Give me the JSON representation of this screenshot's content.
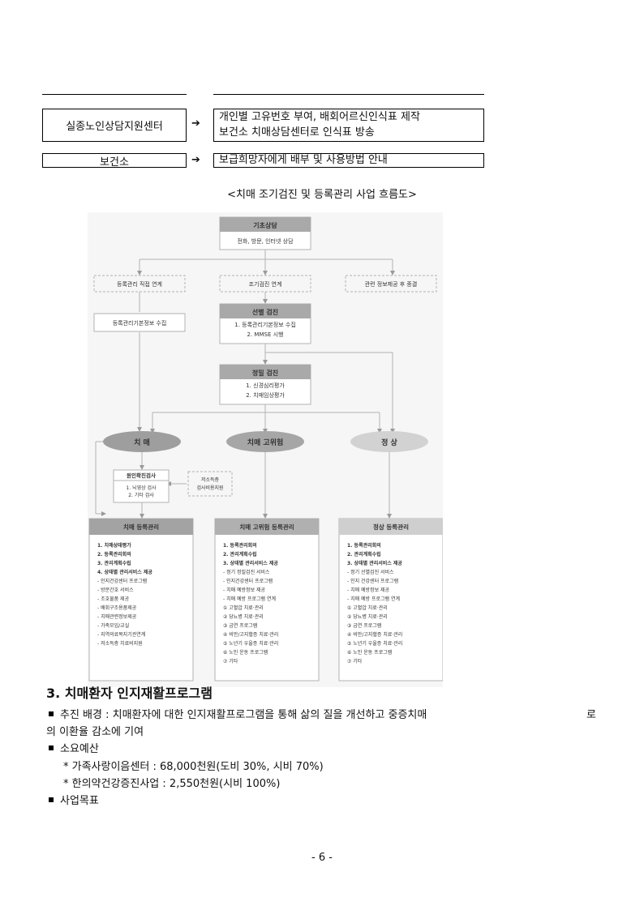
{
  "process_rows": [
    {
      "org": "실종노인상담지원센터",
      "arrow": "➔",
      "lines": [
        "개인별 고유번호 부여, 배회어르신인식표 제작",
        "보건소 치매상담센터로 인식표 방송"
      ]
    },
    {
      "org": "보건소",
      "arrow": "➔",
      "lines": [
        "보급희망자에게 배부 및 사용방법 안내"
      ]
    }
  ],
  "figure_caption": "<치매 조기검진 및 등록관리 사업 흐름도>",
  "flow": {
    "basic_consult": {
      "title": "기초상담",
      "body": "전화, 방문, 인터넷 상담"
    },
    "branches": [
      "등록관리 직접 연계",
      "조기검진 연계",
      "관련 정보제공 후 종결"
    ],
    "registration_collect": "등록관리기본정보 수집",
    "screening": {
      "title": "선별 검진",
      "items": [
        "1. 등록관리기본정보 수집",
        "2. MMSE 시행"
      ]
    },
    "detailed": {
      "title": "정밀 검진",
      "items": [
        "1. 신경심리평가",
        "2. 치매임상평가"
      ]
    },
    "outcomes": [
      "치 매",
      "치매 고위험",
      "정 상"
    ],
    "cause_test": {
      "title": "원인확진검사",
      "items": [
        "1. 뇌영상 검사",
        "2. 기타 검사"
      ]
    },
    "low_income": [
      "저소득층",
      "검사비용지원"
    ],
    "mgmt": [
      {
        "title": "치매 등록관리",
        "items": [
          "1. 치매상태평가",
          "2. 등록관리회의",
          "3. 관리계획수립",
          "4. 상태별 관리서비스 제공",
          "- 인지건강센터 프로그램",
          "- 방문간호 서비스",
          "- 조호물품 제공",
          "- 배회구조용품제공",
          "- 치매관련정보제공",
          "- 가족모임/교실",
          "- 지역의료복지기관연계",
          "- 저소득층 치료비지원"
        ]
      },
      {
        "title": "치매 고위험 등록관리",
        "items": [
          "1. 등록관리회의",
          "2. 관리계획수립",
          "3. 상태별 관리서비스 제공",
          "- 정기 정밀검진 서비스",
          "- 인지건강센터 프로그램",
          "- 치매 예방정보 제공",
          "- 치매 예방 프로그램 연계",
          "① 고혈압 치료·관리",
          "② 당뇨병 치료·관리",
          "③ 금연 프로그램",
          "④ 비만/고지혈증 치료·관리",
          "⑤ 노년기 우울증 치료·관리",
          "⑥ 노인 운동 프로그램",
          "⑦ 기타"
        ]
      },
      {
        "title": "정상 등록관리",
        "items": [
          "1. 등록관리회의",
          "2. 관리계획수립",
          "3. 상태별 관리서비스 제공",
          "- 정기 선별검진 서비스",
          "- 인지 건강센터 프로그램",
          "- 치매 예방정보 제공",
          "- 치매 예방 프로그램 연계",
          "① 고혈압 치료·관리",
          "② 당뇨병 치료·관리",
          "③ 금연 프로그램",
          "④ 비만/고지혈증 치료·관리",
          "⑤ 노년기 우울증 치료·관리",
          "⑥ 노인 운동 프로그램",
          "⑦ 기타"
        ]
      }
    ]
  },
  "section": {
    "title": "3. 치매환자 인지재활프로그램",
    "background_label": "추진 배경 : 치매환자에 대한 인지재활프로그램을 통해 삶의 질을 개선하고 중증치매",
    "background_tail": "로",
    "background_cont": "의 이환율 감소에 기여",
    "budget_label": "소요예산",
    "budget_items": [
      "* 가족사랑이음센터 : 68,000천원(도비 30%, 시비 70%)",
      "* 한의약건강증진사업 : 2,550천원(시비 100%)"
    ],
    "goal_label": "사업목표"
  },
  "page_number": "- 6 -"
}
